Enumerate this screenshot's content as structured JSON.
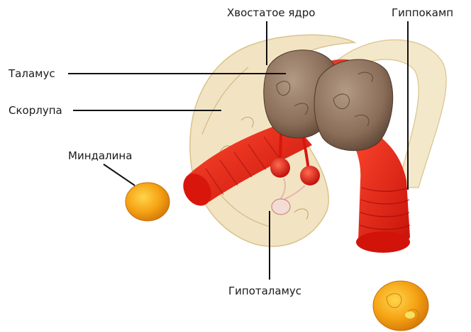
{
  "labels": {
    "caudate": "Хвостатое ядро",
    "hippocampus": "Гиппокамп",
    "thalamus": "Таламус",
    "putamen": "Скорлупа",
    "amygdala": "Миндалина",
    "hypothalamus": "Гипоталамус"
  },
  "colors": {
    "caudate_fill": "#ecd9a8",
    "thalamus_fill": "#8f7461",
    "hippocampus_fill": "#e01e10",
    "amygdala_fill": "#f2a417",
    "leader_line": "#111111"
  }
}
